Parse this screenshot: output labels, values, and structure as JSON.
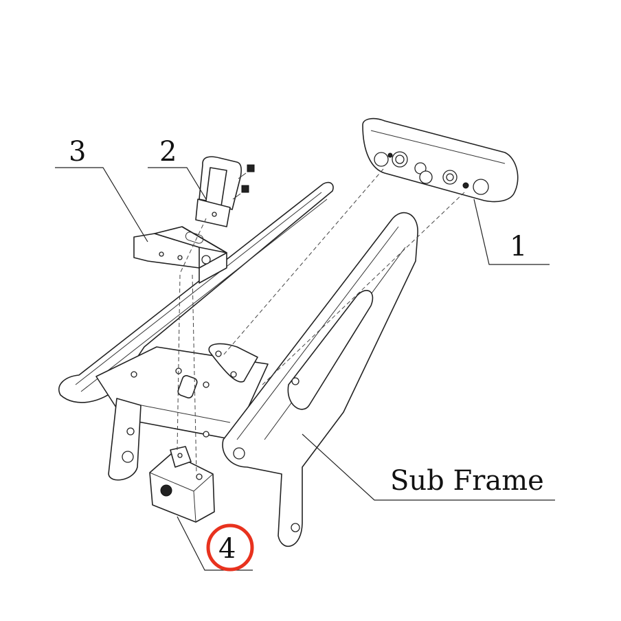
{
  "callouts": {
    "part_1": "1",
    "part_2": "2",
    "part_3": "3",
    "part_4": "4",
    "sub_frame": "Sub Frame"
  },
  "colors": {
    "highlight_circle": "#e8321e",
    "line": "#222222",
    "background": "#ffffff"
  }
}
